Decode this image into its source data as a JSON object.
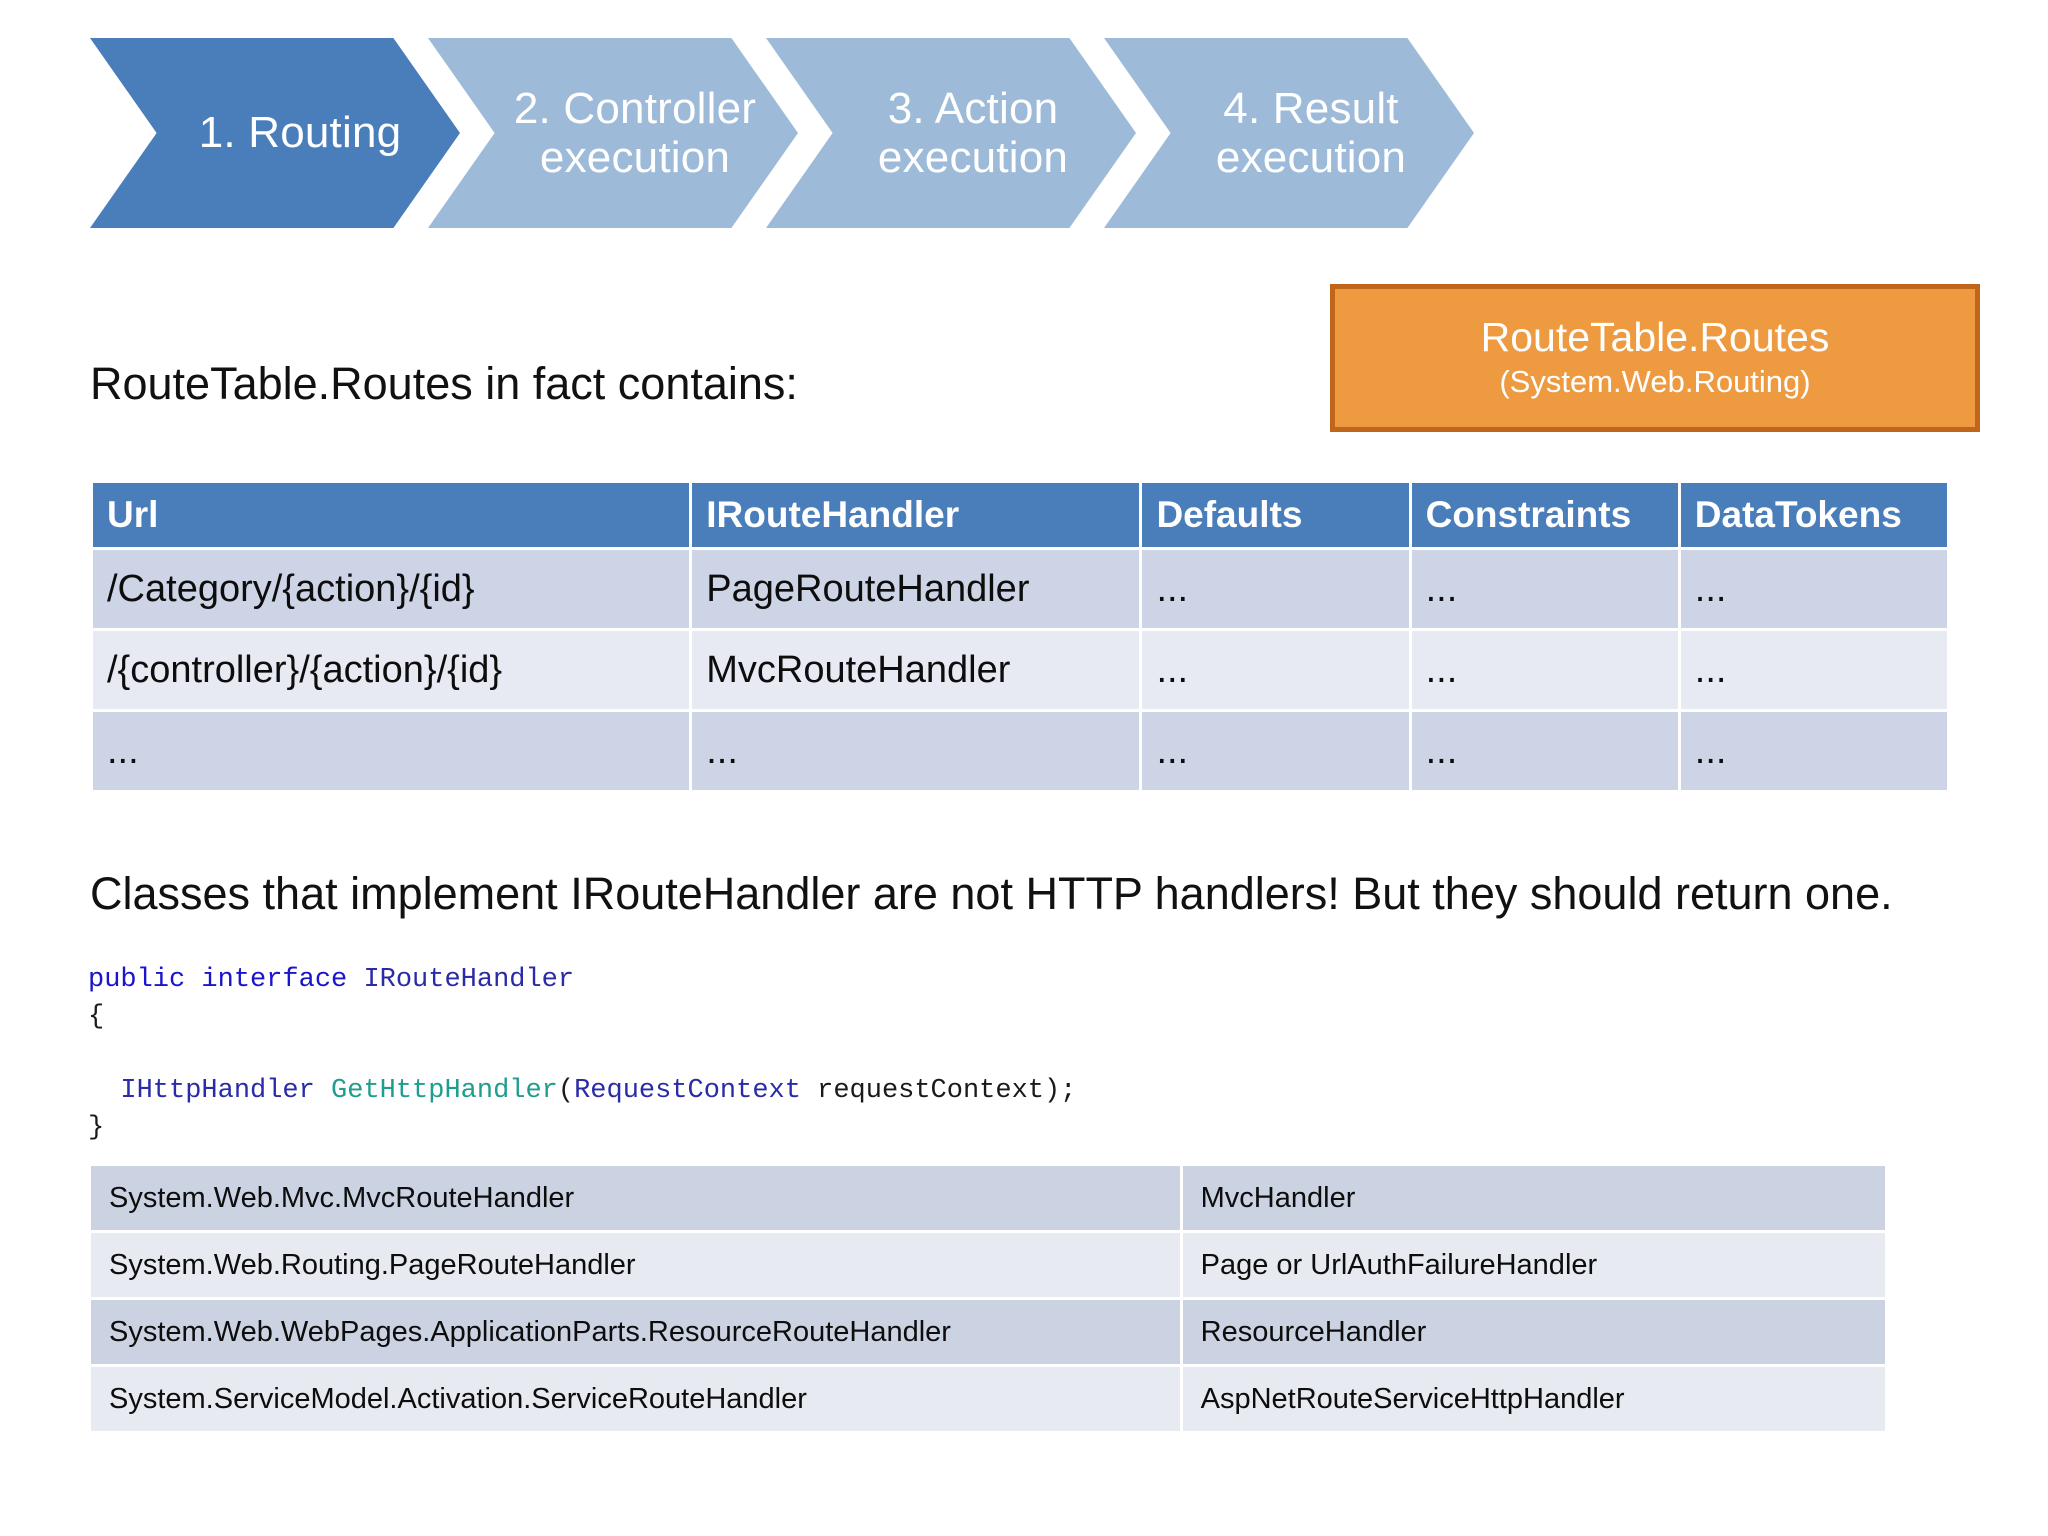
{
  "process": {
    "steps": [
      {
        "label": "1. Routing",
        "color": "#4A7EBB",
        "active": true
      },
      {
        "label": "2. Controller execution",
        "color": "#9DBAD9",
        "active": false
      },
      {
        "label": "3. Action execution",
        "color": "#9DBAD9",
        "active": false
      },
      {
        "label": "4. Result execution",
        "color": "#9DBAD9",
        "active": false
      }
    ]
  },
  "callout": {
    "title": "RouteTable.Routes",
    "subtitle": "(System.Web.Routing)",
    "fill": "#ED9A41",
    "border": "#C0651A"
  },
  "intro": {
    "text": "RouteTable.Routes in fact contains:"
  },
  "routes_table": {
    "header_fill": "#4A7EBB",
    "columns": [
      "Url",
      "IRouteHandler",
      "Defaults",
      "Constraints",
      "DataTokens"
    ],
    "rows": [
      [
        "/Category/{action}/{id}",
        "PageRouteHandler",
        "...",
        "...",
        "..."
      ],
      [
        "/{controller}/{action}/{id}",
        "MvcRouteHandler",
        "...",
        "...",
        "..."
      ],
      [
        "...",
        "...",
        "...",
        "...",
        "..."
      ]
    ]
  },
  "note": {
    "text": "Classes that implement IRouteHandler are not HTTP handlers! But they should return one."
  },
  "code": {
    "line1_kw1": "public",
    "line1_kw2": "interface",
    "line1_type": "IRouteHandler",
    "line2": "{",
    "line3_type": "IHttpHandler",
    "line3_method": "GetHttpHandler",
    "line3_paren_open": "(",
    "line3_param_type": "RequestContext",
    "line3_param_name": "requestContext",
    "line3_tail": ");",
    "line4": "}",
    "colors": {
      "keyword": "#1A14CC",
      "type": "#2B2BA8",
      "method": "#1F9E8D",
      "plain": "#1A1A1A"
    }
  },
  "handlers_table": {
    "rows": [
      [
        "System.Web.Mvc.MvcRouteHandler",
        "MvcHandler"
      ],
      [
        "System.Web.Routing.PageRouteHandler",
        "Page or UrlAuthFailureHandler"
      ],
      [
        "System.Web.WebPages.ApplicationParts.ResourceRouteHandler",
        "ResourceHandler"
      ],
      [
        "System.ServiceModel.Activation.ServiceRouteHandler",
        "AspNetRouteServiceHttpHandler"
      ]
    ]
  }
}
